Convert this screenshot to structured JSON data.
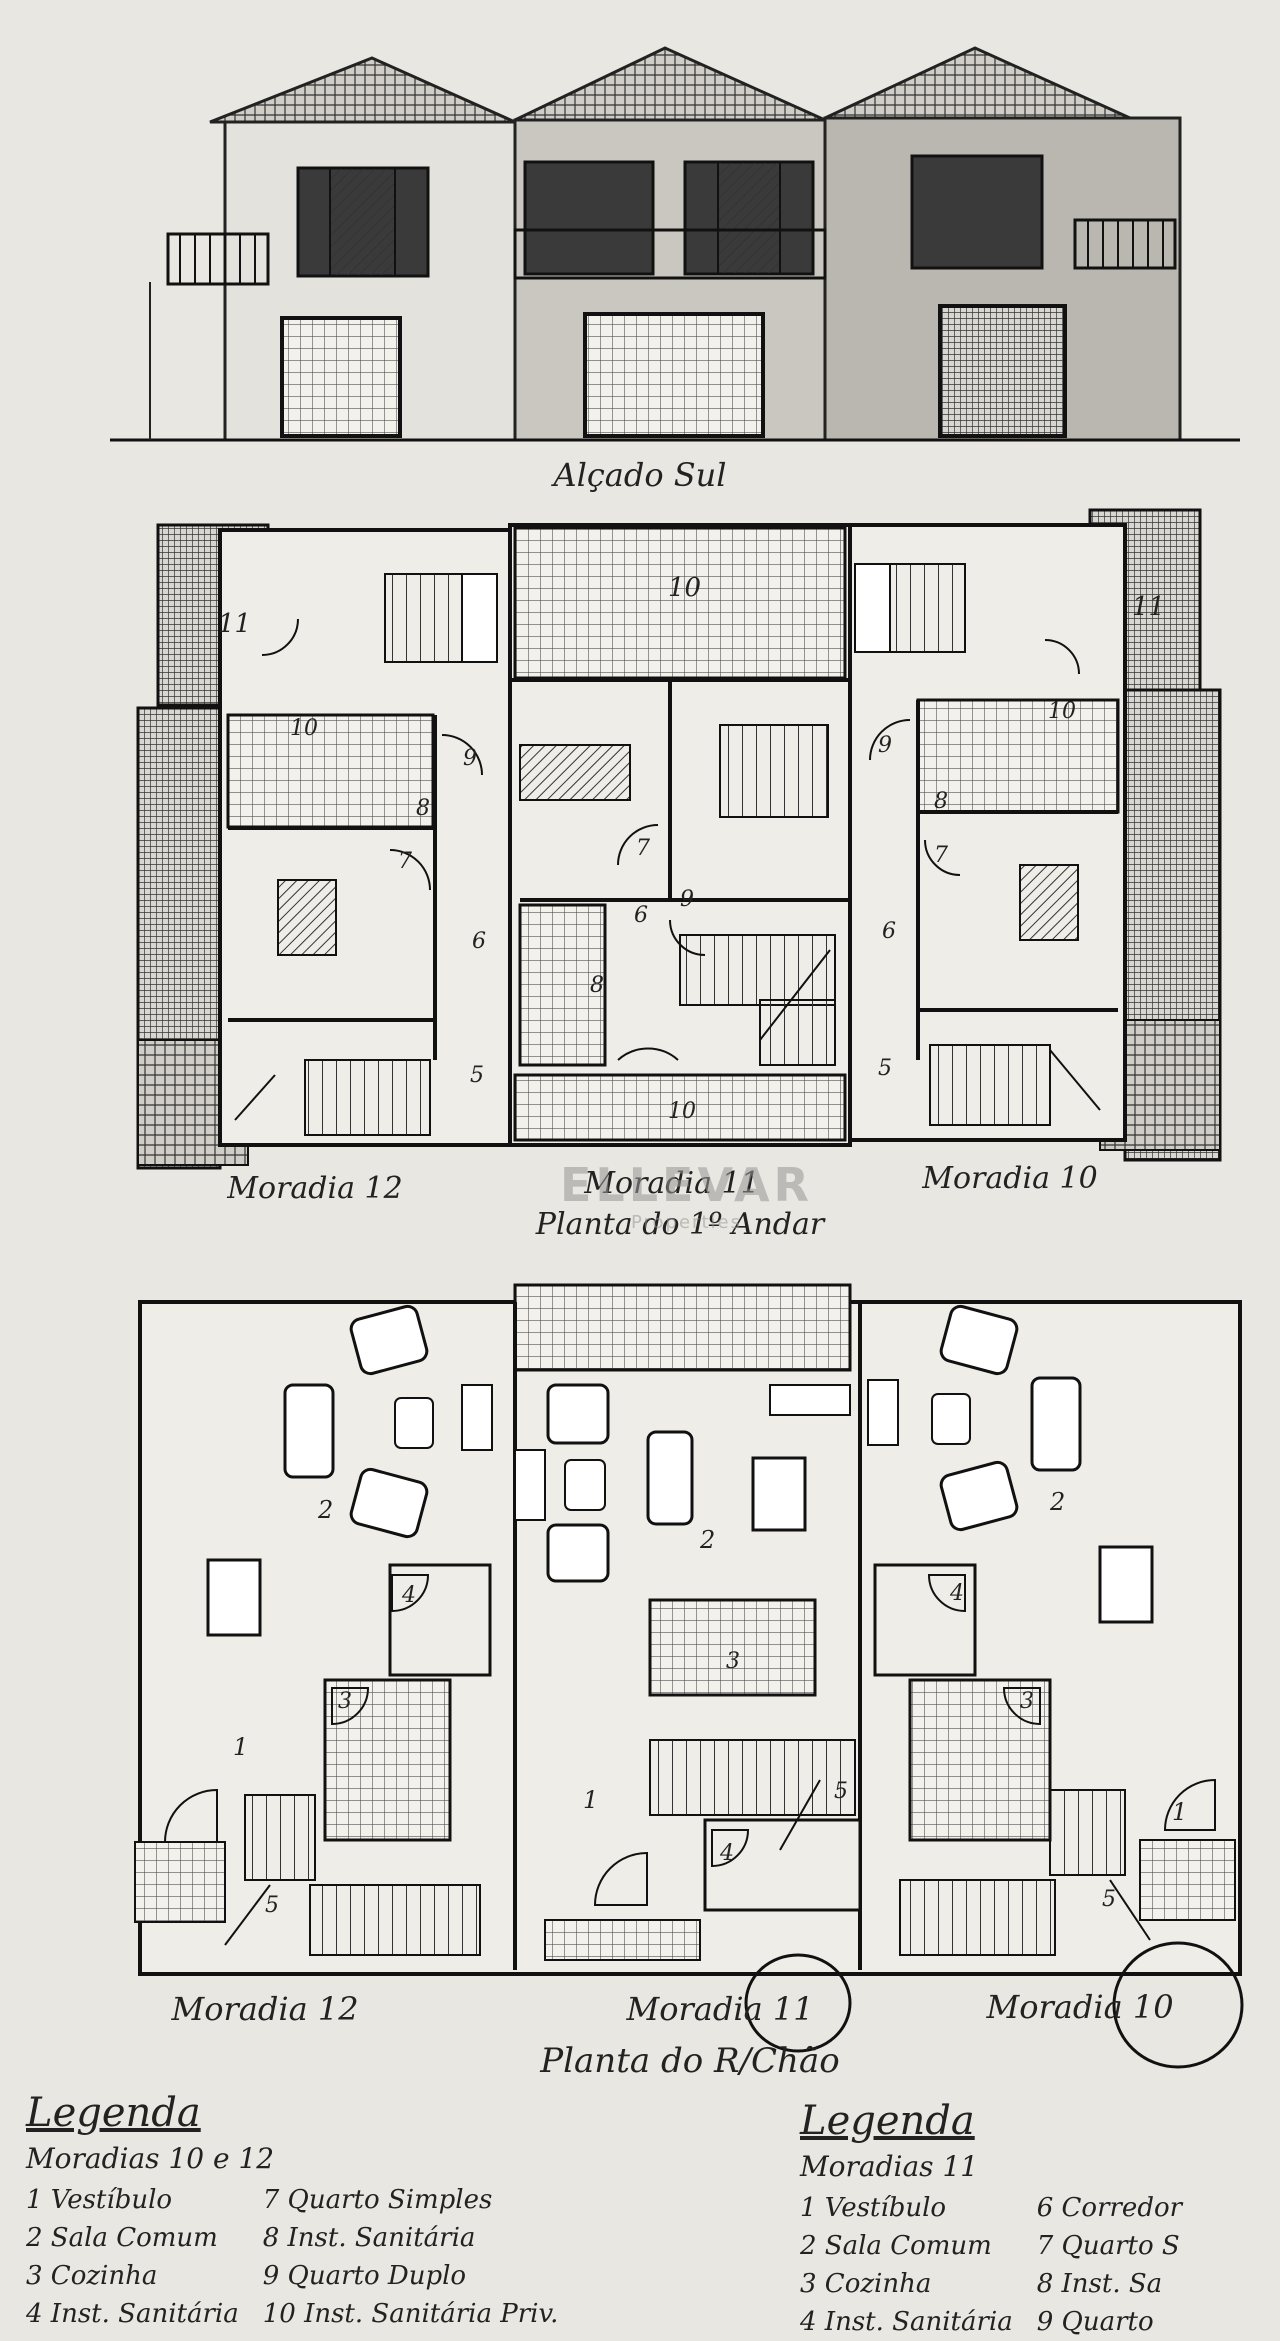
{
  "elevation": {
    "caption": "Alçado Sul"
  },
  "first_floor": {
    "caption": "Planta do 1º Andar",
    "house_labels": [
      "Moradia 12",
      "Moradia 11",
      "Moradia 10"
    ],
    "room_numbers": [
      "11",
      "10",
      "10",
      "9",
      "8",
      "7",
      "6",
      "5",
      "7",
      "9",
      "6",
      "8",
      "10",
      "11",
      "10",
      "9",
      "8",
      "7",
      "6",
      "5"
    ]
  },
  "ground_floor": {
    "caption": "Planta do R/Chão",
    "house_labels": [
      "Moradia 12",
      "Moradia 11",
      "Moradia 10"
    ],
    "room_numbers": [
      "2",
      "4",
      "3",
      "1",
      "5",
      "2",
      "3",
      "1",
      "4",
      "5",
      "2",
      "4",
      "3",
      "1",
      "5"
    ]
  },
  "watermark": {
    "brand": "ELLEVAR",
    "tagline": "Properties"
  },
  "legend_left": {
    "title": "Legenda",
    "subtitle": "Moradias 10 e 12",
    "col1": [
      "1 Vestíbulo",
      "2 Sala Comum",
      "3 Cozinha",
      "4 Inst. Sanitária"
    ],
    "col2": [
      "7 Quarto Simples",
      "8 Inst. Sanitária",
      "9 Quarto Duplo",
      "10 Inst. Sanitária Priv."
    ]
  },
  "legend_right": {
    "title": "Legenda",
    "subtitle": "Moradias 11",
    "col1": [
      "1 Vestíbulo",
      "2 Sala Comum",
      "3 Cozinha",
      "4 Inst. Sanitária"
    ],
    "col2": [
      "6 Corredor",
      "7 Quarto S",
      "8 Inst. Sa",
      "9 Quarto"
    ]
  }
}
